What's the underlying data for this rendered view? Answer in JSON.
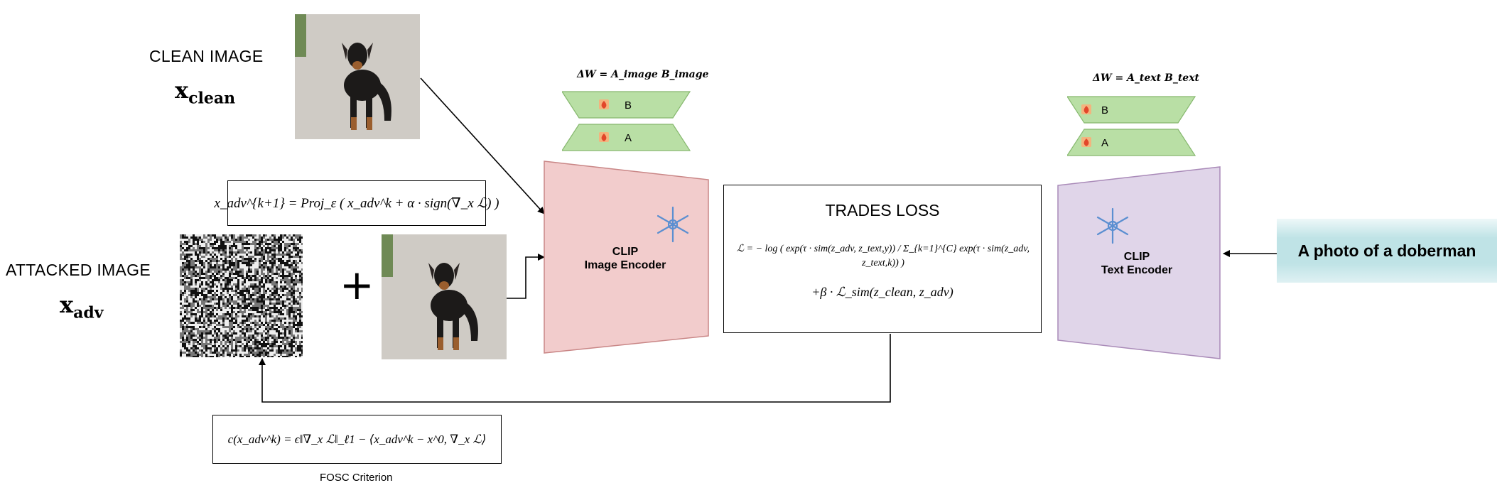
{
  "clean": {
    "label": "CLEAN IMAGE",
    "symbol": "x",
    "sub": "clean"
  },
  "attacked": {
    "label": "ATTACKED IMAGE",
    "symbol": "x",
    "sub": "adv"
  },
  "update_eq": "x_adv^{k+1} = Proj_ε ( x_adv^k + α · sign(∇_x ℒ) )",
  "plus": "+",
  "image_encoder": {
    "line1": "CLIP",
    "line2": "Image Encoder"
  },
  "text_encoder": {
    "line1": "CLIP",
    "line2": "Text Encoder"
  },
  "image_lora": {
    "eq": "ΔW = A_image B_image",
    "b": "B",
    "a": "A"
  },
  "text_lora": {
    "eq": "ΔW = A_text B_text",
    "b": "B",
    "a": "A"
  },
  "loss": {
    "title": "TRADES LOSS",
    "line1": "ℒ = − log ( exp(τ · sim(z_adv, z_text,y)) / Σ_{k=1}^{C} exp(τ · sim(z_adv, z_text,k)) )",
    "line2": "+β · ℒ_sim(z_clean, z_adv)"
  },
  "text_prompt": "A photo of a doberman",
  "fosc": {
    "eq": "c(x_adv^k) = ϵ‖∇_x ℒ‖_ℓ1 − ⟨x_adv^k − x^0, ∇_x ℒ⟩",
    "caption": "FOSC Criterion"
  },
  "colors": {
    "encoder_image": "#f2cccc",
    "encoder_text": "#e0d5e9",
    "lora": "#b9dfa5",
    "prompt": "#bfe3e6"
  }
}
